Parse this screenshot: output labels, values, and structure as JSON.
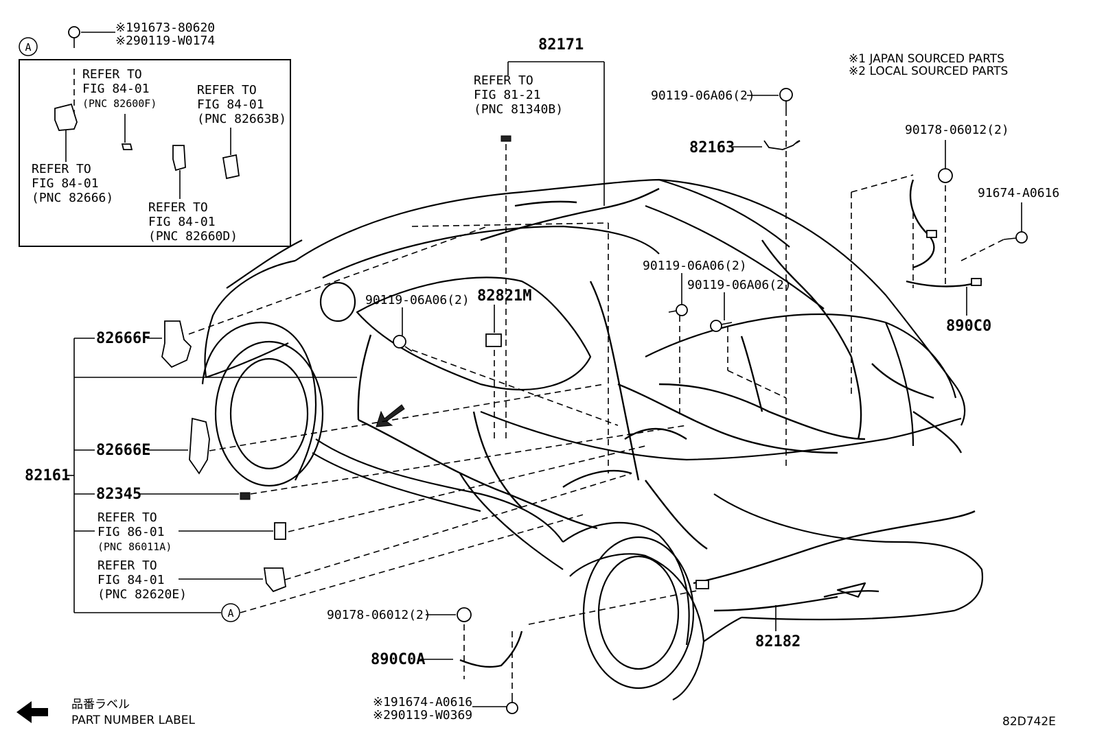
{
  "legend": {
    "note1": "※1 JAPAN SOURCED PARTS",
    "note2": "※2 LOCAL SOURCED PARTS"
  },
  "footer": {
    "label_jp": "品番ラベル",
    "label_en": "PART NUMBER LABEL",
    "figure_code": "82D742E"
  },
  "inset": {
    "marker": "A",
    "bolt_part1": "※191673-80620",
    "bolt_part2": "※290119-W0174",
    "ref1": [
      "REFER TO",
      "FIG 84-01",
      "(PNC 82600F)"
    ],
    "ref2": [
      "REFER TO",
      "FIG 84-01",
      "(PNC 82663B)"
    ],
    "ref3": [
      "REFER TO",
      "FIG 84-01",
      "(PNC 82666)"
    ],
    "ref4": [
      "REFER TO",
      "FIG 84-01",
      "(PNC 82660D)"
    ]
  },
  "callouts": {
    "p82171": "82171",
    "ref_81_21": [
      "REFER TO",
      "FIG 81-21",
      "(PNC 81340B)"
    ],
    "bolt_top": "90119-06A06(2)",
    "p82163": "82163",
    "nut_right": "90178-06012(2)",
    "bolt_right": "91674-A0616",
    "p890C0": "890C0",
    "bolt_mid1": "90119-06A06(2)",
    "bolt_mid2": "90119-06A06(2)",
    "bolt_left": "90119-06A06(2)",
    "p82821M": "82821M",
    "p82666F": "82666F",
    "p82666E": "82666E",
    "p82161": "82161",
    "p82345": "82345",
    "ref_86_01": [
      "REFER TO",
      "FIG 86-01",
      "(PNC 86011A)"
    ],
    "ref_84_01": [
      "REFER TO",
      "FIG 84-01",
      "(PNC 82620E)"
    ],
    "marker_a": "A",
    "nut_bottom": "90178-06012(2)",
    "p890C0A": "890C0A",
    "bolt_bottom1": "※191674-A0616",
    "bolt_bottom2": "※290119-W0369",
    "p82182": "82182"
  }
}
